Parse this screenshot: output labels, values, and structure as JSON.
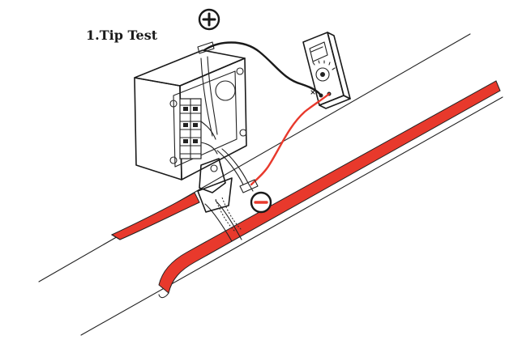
{
  "title": "1.Tip Test",
  "symbols": {
    "positive_icon": "plus-in-circle",
    "negative_icon": "minus-in-circle"
  },
  "colors": {
    "heating_cable": "#e8392c",
    "positive_lead": "#1a1a1a",
    "negative_lead": "#e8392c",
    "negative_symbol": "#e8392c",
    "outline": "#222222"
  }
}
